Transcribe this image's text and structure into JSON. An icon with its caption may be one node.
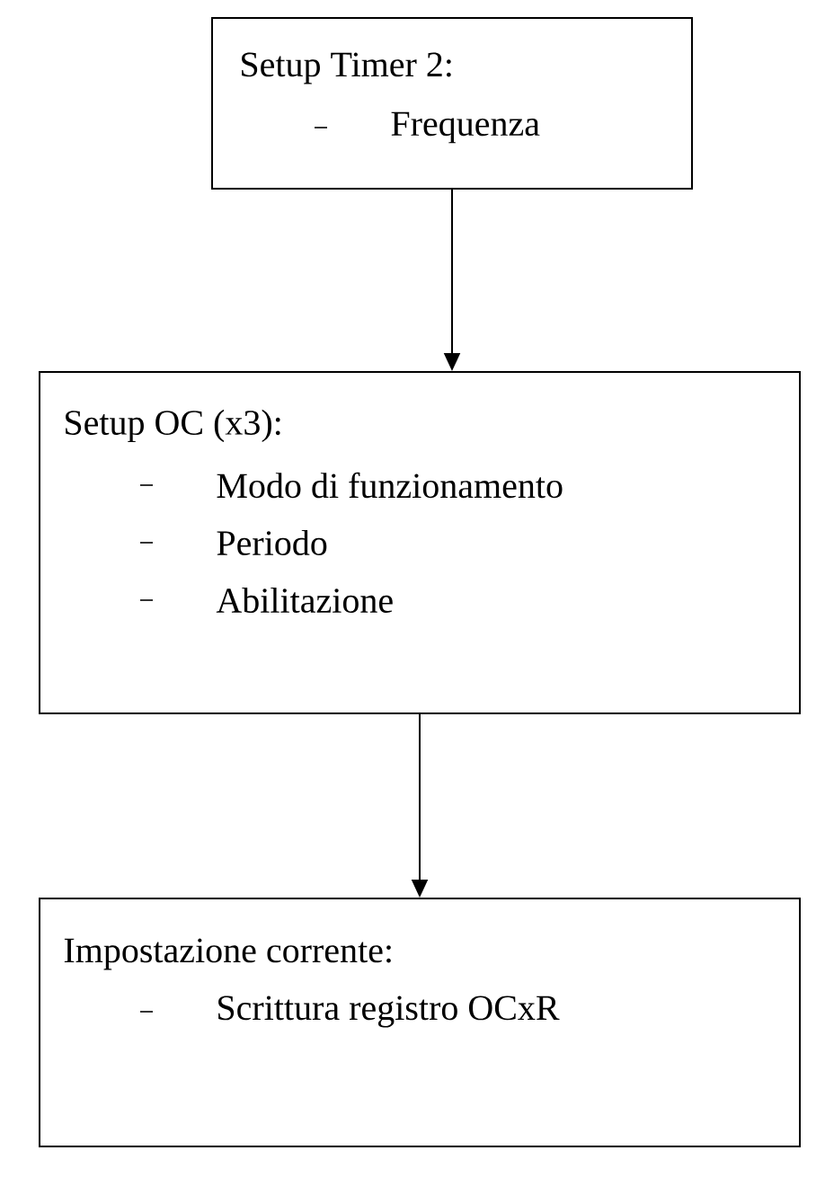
{
  "diagram": {
    "nodes": [
      {
        "text": [
          "Setup Timer 2:",
          "Frequenza"
        ]
      },
      {
        "text": [
          "Setup OC (x3):",
          "Modo di funzionamento",
          "Periodo",
          "Abilitazione"
        ]
      },
      {
        "text": [
          "Impostazione corrente:",
          "Scrittura registro OCxR"
        ]
      }
    ],
    "edges": [
      {
        "from": 0,
        "to": 1,
        "arrow": "to"
      },
      {
        "from": 1,
        "to": 2,
        "arrow": "to"
      }
    ]
  }
}
